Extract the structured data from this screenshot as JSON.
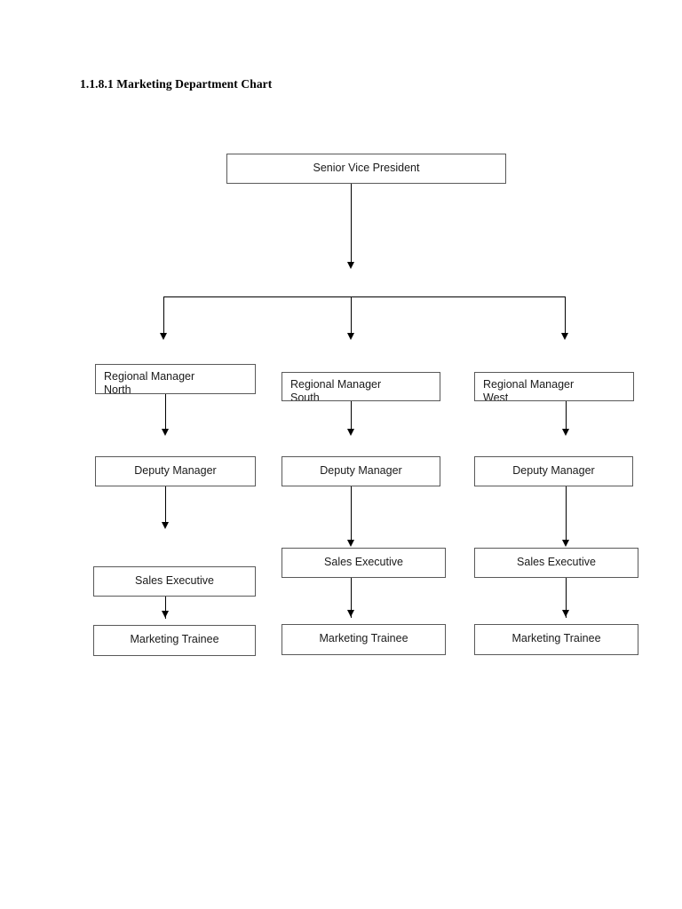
{
  "document": {
    "title": "1.1.8.1 Marketing Department Chart"
  },
  "chart_data": {
    "type": "diagram",
    "diagram_type": "organization-chart",
    "title": "1.1.8.1 Marketing Department Chart",
    "orientation": "top-down",
    "root": "Senior Vice President",
    "nodes": [
      {
        "id": "svp",
        "label": "Senior Vice President",
        "level": 0
      },
      {
        "id": "rm-north",
        "label": "Regional Manager\nNorth",
        "level": 1,
        "branch": "north",
        "text_clipped": true
      },
      {
        "id": "rm-south",
        "label": "Regional Manager\nSouth",
        "level": 1,
        "branch": "south",
        "text_clipped": true
      },
      {
        "id": "rm-west",
        "label": "Regional Manager\nWest",
        "level": 1,
        "branch": "west",
        "text_clipped": true
      },
      {
        "id": "dm-north",
        "label": "Deputy Manager",
        "level": 2,
        "branch": "north"
      },
      {
        "id": "dm-south",
        "label": "Deputy Manager",
        "level": 2,
        "branch": "south"
      },
      {
        "id": "dm-west",
        "label": "Deputy Manager",
        "level": 2,
        "branch": "west"
      },
      {
        "id": "se-north",
        "label": "Sales Executive",
        "level": 3,
        "branch": "north"
      },
      {
        "id": "se-south",
        "label": "Sales Executive",
        "level": 3,
        "branch": "south"
      },
      {
        "id": "se-west",
        "label": "Sales Executive",
        "level": 3,
        "branch": "west"
      },
      {
        "id": "mt-north",
        "label": "Marketing Trainee",
        "level": 4,
        "branch": "north"
      },
      {
        "id": "mt-south",
        "label": "Marketing Trainee",
        "level": 4,
        "branch": "south"
      },
      {
        "id": "mt-west",
        "label": "Marketing Trainee",
        "level": 4,
        "branch": "west"
      }
    ],
    "edges": [
      {
        "from": "svp",
        "to": "rm-north",
        "style": "arrow"
      },
      {
        "from": "svp",
        "to": "rm-south",
        "style": "arrow"
      },
      {
        "from": "svp",
        "to": "rm-west",
        "style": "arrow"
      },
      {
        "from": "rm-north",
        "to": "dm-north",
        "style": "arrow"
      },
      {
        "from": "rm-south",
        "to": "dm-south",
        "style": "arrow"
      },
      {
        "from": "rm-west",
        "to": "dm-west",
        "style": "arrow"
      },
      {
        "from": "dm-north",
        "to": "se-north",
        "style": "arrow"
      },
      {
        "from": "dm-south",
        "to": "se-south",
        "style": "arrow"
      },
      {
        "from": "dm-west",
        "to": "se-west",
        "style": "arrow"
      },
      {
        "from": "se-north",
        "to": "mt-north",
        "style": "arrow"
      },
      {
        "from": "se-south",
        "to": "mt-south",
        "style": "arrow"
      },
      {
        "from": "se-west",
        "to": "mt-west",
        "style": "arrow"
      }
    ],
    "levels": [
      "Senior Vice President",
      "Regional Manager",
      "Deputy Manager",
      "Sales Executive",
      "Marketing Trainee"
    ],
    "branches": [
      "North",
      "South",
      "West"
    ],
    "colors": {
      "box_border": "#595959",
      "box_fill": "#ffffff",
      "connector": "#000000",
      "text": "#1a1a1a",
      "title_text": "#000000",
      "background": "#ffffff"
    }
  }
}
